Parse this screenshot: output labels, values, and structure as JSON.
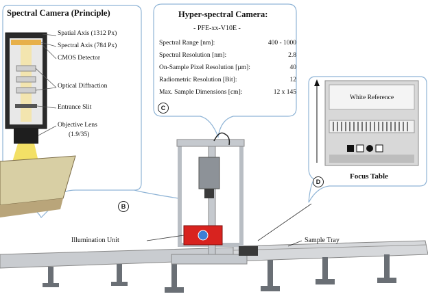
{
  "camera_principle": {
    "title": "Spectral Camera (Principle)",
    "spatial_axis": "Spatial Axis (1312 Px)",
    "spectral_axis": "Spectral Axis (784 Px)",
    "cmos": "CMOS Detector",
    "optical": "Optical Diffraction",
    "slit": "Entrance Slit",
    "lens": "Objective Lens",
    "lens_spec": "(1.9/35)",
    "marker": "B"
  },
  "hyperspectral": {
    "title": "Hyper-spectral Camera:",
    "model": "- PFE-xx-V10E -",
    "specs": [
      {
        "label": "Spectral Range [nm]:",
        "value": "400 - 1000"
      },
      {
        "label": "Spectral Resolution [nm]:",
        "value": "2.8"
      },
      {
        "label": "On-Sample Pixel Resolution [µm]:",
        "value": "40"
      },
      {
        "label": "Radiometric Resolution [Bit]:",
        "value": "12"
      },
      {
        "label": "Max. Sample Dimensions [cm]:",
        "value": "12 x 145"
      }
    ],
    "marker": "C"
  },
  "focus_table": {
    "title": "Focus Table",
    "white_ref": "White Reference",
    "marker": "D"
  },
  "labels": {
    "illumination": "Illumination Unit",
    "sample_tray": "Sample Tray"
  },
  "colors": {
    "callout_stroke": "#8fb4d6",
    "frame_metal": "#b9bec4",
    "illum_red": "#d8231f",
    "light_yellow": "#f2dd55",
    "rail": "#c9ccd0"
  }
}
